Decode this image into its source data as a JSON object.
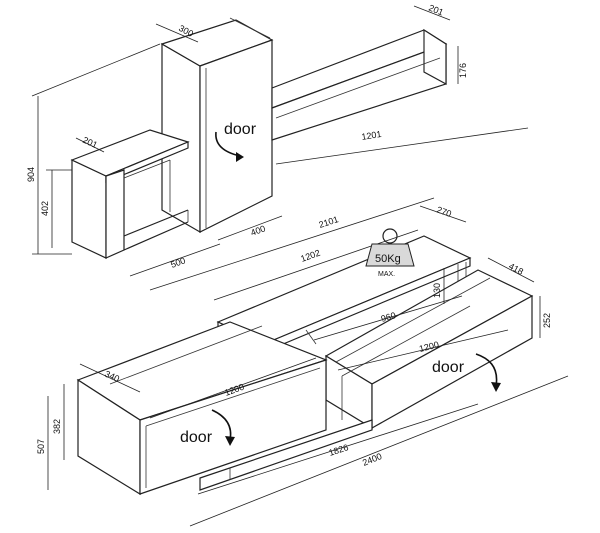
{
  "dimensions": {
    "d904": "904",
    "d402": "402",
    "d201a": "201",
    "d300": "300",
    "d500": "500",
    "d400": "400",
    "d2101": "2101",
    "d201b": "201",
    "d176": "176",
    "d1201": "1201",
    "d270": "270",
    "d1202": "1202",
    "d130": "130",
    "d960": "960",
    "d418": "418",
    "d252": "252",
    "d340": "340",
    "d382": "382",
    "d507": "507",
    "d1200a": "1200",
    "d1200b": "1200",
    "d1826": "1826",
    "d2400": "2400"
  },
  "labels": {
    "door_top": "door",
    "door_left": "door",
    "door_right": "door"
  },
  "weight": {
    "value": "50Kg",
    "max": "MAX."
  }
}
